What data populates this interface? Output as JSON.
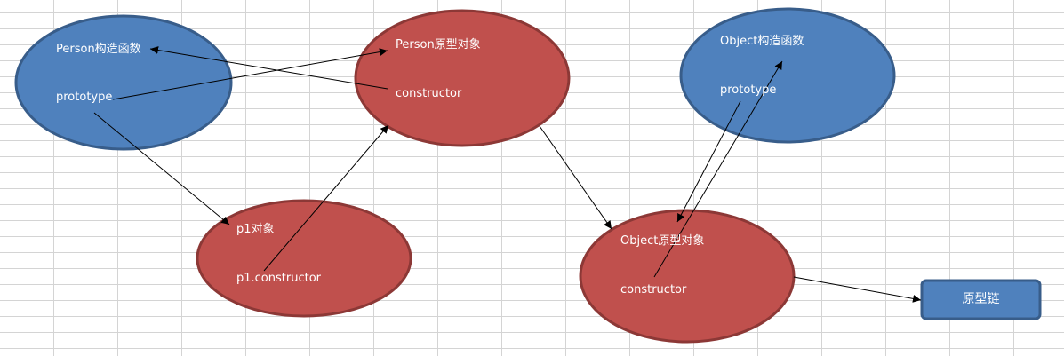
{
  "nodes": {
    "person_ctor": {
      "title": "Person构造函数",
      "field": "prototype"
    },
    "person_proto": {
      "title": "Person原型对象",
      "field": "constructor"
    },
    "p1": {
      "title": "p1对象",
      "field": "p1.constructor"
    },
    "object_ctor": {
      "title": "Object构造函数",
      "field": "prototype"
    },
    "object_proto": {
      "title": "Object原型对象",
      "field": "constructor"
    },
    "chain": {
      "title": "原型链"
    }
  },
  "colors": {
    "blue_fill": "#4f81bd",
    "blue_stroke": "#385d8a",
    "red_fill": "#c0504d",
    "red_stroke": "#8c3836",
    "arrow": "#000000"
  }
}
